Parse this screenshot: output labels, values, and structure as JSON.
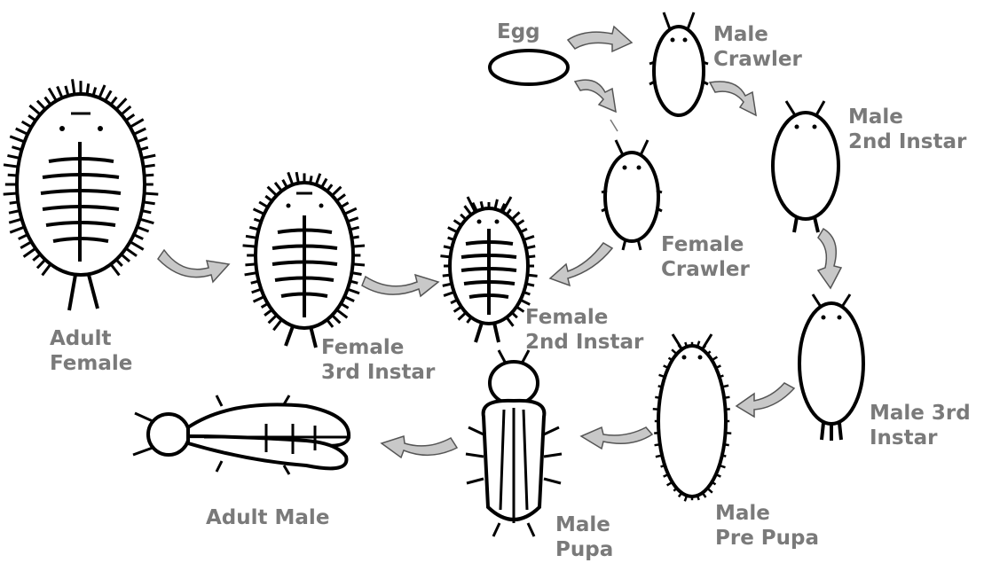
{
  "labels": {
    "egg": "Egg",
    "male_crawler": [
      "Male",
      "Crawler"
    ],
    "male_2nd_instar": [
      "Male",
      "2nd Instar"
    ],
    "female_crawler": [
      "Female",
      "Crawler"
    ],
    "female_2nd_instar": [
      "Female",
      "2nd Instar"
    ],
    "female_3rd_instar": [
      "Female",
      "3rd Instar"
    ],
    "adult_female": [
      "Adult",
      "Female"
    ],
    "male_3rd_instar": [
      "Male 3rd",
      "Instar"
    ],
    "male_pre_pupa": [
      "Male",
      "Pre Pupa"
    ],
    "male_pupa": [
      "Male",
      "Pupa"
    ],
    "adult_male": "Adult Male"
  },
  "colors": {
    "outline": "#000000",
    "arrow_fill": "#c8c8c8",
    "label_text": "#7a7a7a",
    "background": "#ffffff"
  }
}
